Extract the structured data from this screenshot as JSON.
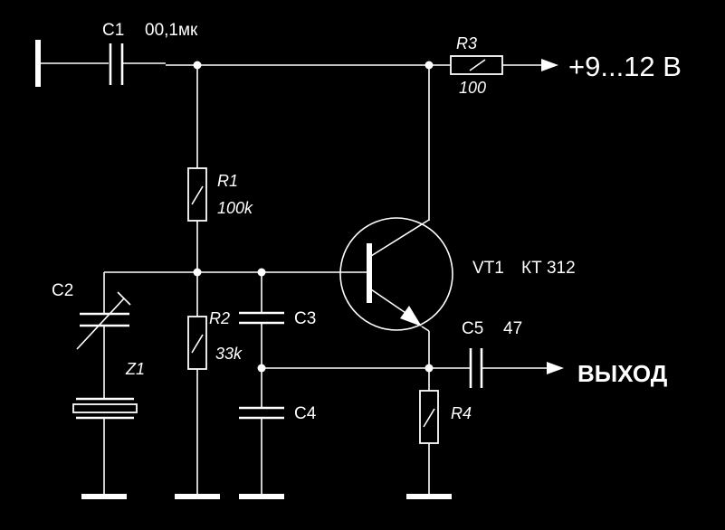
{
  "labels": {
    "c1": "C1",
    "c1_value": "00,1мк",
    "r3": "R3",
    "r3_value": "100",
    "supply": "+9...12 В",
    "r1": "R1",
    "r1_value": "100k",
    "vt1": "VT1",
    "vt1_type": "КТ 312",
    "c2": "C2",
    "r2": "R2",
    "r2_value": "33k",
    "c3": "C3",
    "c5": "C5",
    "c5_value": "47",
    "z1": "Z1",
    "output": "ВЫХОД",
    "c4": "C4",
    "r4": "R4"
  }
}
